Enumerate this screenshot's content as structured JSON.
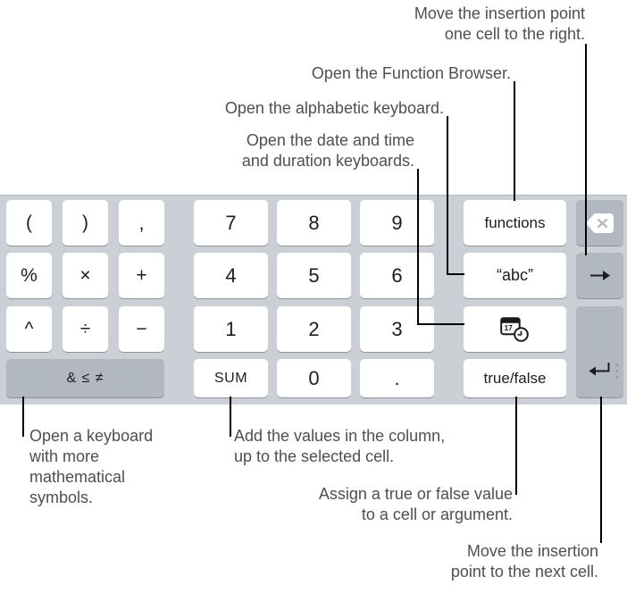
{
  "figure": {
    "type": "annotated-keyboard-screenshot",
    "background": "#ffffff"
  },
  "colors": {
    "keyboard_background": "#cbcfd6",
    "key_white": "#ffffff",
    "key_gray": "#b1b8c2",
    "key_shadow": "#8e9196",
    "key_text": "#1d1d1f",
    "caption_text": "#4f4f4f",
    "callout_line": "#000000",
    "delete_glyph": "#ffffff"
  },
  "captions": {
    "move_right_cell": {
      "lines": [
        "Move the insertion point",
        "one cell to the right."
      ]
    },
    "function_browser": {
      "lines": [
        "Open the Function Browser."
      ]
    },
    "alphabetic_keyboard": {
      "lines": [
        "Open the alphabetic keyboard."
      ]
    },
    "date_time_keyboards": {
      "lines": [
        "Open the date and time",
        "and duration keyboards."
      ]
    },
    "math_keyboard": {
      "lines": [
        "Open a keyboard",
        "with more",
        "mathematical",
        "symbols."
      ]
    },
    "sum_key": {
      "lines": [
        "Add the values in the column,",
        "up to the selected cell."
      ]
    },
    "true_false_key": {
      "lines": [
        "Assign a true or false value",
        "to a cell or argument."
      ]
    },
    "next_cell": {
      "lines": [
        "Move the insertion",
        "point to the next cell."
      ]
    }
  },
  "keyboard": {
    "keys": {
      "open_paren": "(",
      "close_paren": ")",
      "comma": ",",
      "seven": "7",
      "eight": "8",
      "nine": "9",
      "functions": "functions",
      "percent": "%",
      "multiply": "×",
      "plus": "+",
      "four": "4",
      "five": "5",
      "six": "6",
      "abc": "“abc”",
      "caret": "^",
      "divide": "÷",
      "minus": "−",
      "one": "1",
      "two": "2",
      "three": "3",
      "math_symbols": "& ≤ ≠",
      "sum": "SUM",
      "zero": "0",
      "decimal": ".",
      "true_false": "true/false"
    },
    "icon_keys": {
      "delete": "delete-backspace-icon",
      "date_time": "calendar-clock-icon",
      "move_right": "right-arrow-icon",
      "return": "return-icon"
    },
    "date_icon_day": "17"
  }
}
